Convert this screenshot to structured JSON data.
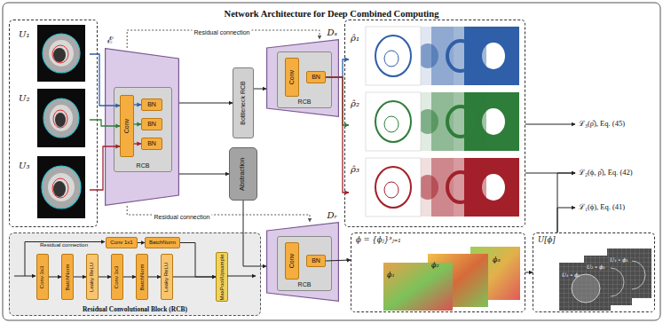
{
  "diagram": {
    "title": "Network Architecture for Deep Combined Computing",
    "nodes": [
      {
        "text": []
      },
      {
        "text": [
          "U₁"
        ],
        "in": 0
      },
      {
        "text": [
          "U₂"
        ],
        "in": 0
      },
      {
        "text": [
          "U₃"
        ],
        "in": 0
      },
      {
        "text": [
          "ℰ"
        ]
      },
      {
        "text": [
          "RCB"
        ],
        "in": 4
      },
      {
        "text": [
          "Conv"
        ],
        "in": 5
      },
      {
        "text": [
          "BN"
        ],
        "in": 5
      },
      {
        "text": [
          "BN"
        ],
        "in": 5
      },
      {
        "text": [
          "BN"
        ],
        "in": 5
      },
      {
        "text": [
          "Bottleneck RCB"
        ]
      },
      {
        "text": [
          "Abstraction"
        ]
      },
      {
        "text": [
          "Dₛ"
        ]
      },
      {
        "text": [
          "RCB"
        ],
        "in": 12
      },
      {
        "text": [
          "Conv"
        ],
        "in": 13
      },
      {
        "text": [
          "BN"
        ],
        "in": 13
      },
      {
        "text": [
          "Dᵣ"
        ]
      },
      {
        "text": [
          "RCB"
        ],
        "in": 16
      },
      {
        "text": [
          "Conv"
        ],
        "in": 17
      },
      {
        "text": [
          "BN"
        ],
        "in": 17
      },
      {
        "text": []
      },
      {
        "text": [
          "ρ̂₁"
        ],
        "in": 20
      },
      {
        "text": [
          "ρ̂₂"
        ],
        "in": 20
      },
      {
        "text": [
          "ρ̂₃"
        ],
        "in": 20
      },
      {
        "text": [
          "ℒ₃(ρ̂), Eq. (45)"
        ]
      },
      {
        "text": [
          "ℒ₂(ϕ, ρ̂), Eq. (42)"
        ]
      },
      {
        "text": [
          "ℒ₁(ϕ), Eq. (41)"
        ]
      },
      {
        "text": [
          "ϕ = {ϕⱼ}³ⱼ₌₁"
        ]
      },
      {
        "text": [
          "U[ϕ]"
        ]
      },
      {
        "text": [
          "Residual Convolutional Block (RCB)"
        ]
      },
      {
        "text": [
          "Conv 1x1"
        ],
        "in": 29
      },
      {
        "text": [
          "BatchNorm"
        ],
        "in": 29
      },
      {
        "text": [
          "Conv 3x3"
        ],
        "in": 29
      },
      {
        "text": [
          "BatchNorm"
        ],
        "in": 29
      },
      {
        "text": [
          "Leaky ReLU"
        ],
        "in": 29
      },
      {
        "text": [
          "Conv 3x3"
        ],
        "in": 29
      },
      {
        "text": [
          "BatchNorm"
        ],
        "in": 29
      },
      {
        "text": [
          "Leaky ReLU"
        ],
        "in": 29
      },
      {
        "text": [
          "MaxPool/Upsample"
        ],
        "in": 29
      }
    ],
    "edges": [
      {
        "from": 1,
        "to": 6,
        "arrow": "to"
      },
      {
        "from": 2,
        "to": 6,
        "arrow": "to"
      },
      {
        "from": 3,
        "to": 6,
        "arrow": "to"
      },
      {
        "from": 6,
        "to": 7,
        "arrow": "to"
      },
      {
        "from": 6,
        "to": 8,
        "arrow": "to"
      },
      {
        "from": 6,
        "to": 9,
        "arrow": "to"
      },
      {
        "from": 4,
        "to": 10,
        "arrow": "to"
      },
      {
        "from": 10,
        "to": 12,
        "arrow": "to"
      },
      {
        "from": 4,
        "to": 12,
        "arrow": "to",
        "label": "Residual connection"
      },
      {
        "from": 4,
        "to": 11,
        "arrow": "to"
      },
      {
        "from": 11,
        "to": 16,
        "arrow": "to"
      },
      {
        "from": 4,
        "to": 16,
        "arrow": "to",
        "label": "Residual connection"
      },
      {
        "from": 15,
        "to": 21,
        "arrow": "to"
      },
      {
        "from": 15,
        "to": 22,
        "arrow": "to"
      },
      {
        "from": 15,
        "to": 23,
        "arrow": "to"
      },
      {
        "from": 19,
        "to": 27,
        "arrow": "to"
      },
      {
        "from": 27,
        "to": 28,
        "arrow": "to"
      },
      {
        "from": 20,
        "to": 24,
        "arrow": "to"
      },
      {
        "from": 20,
        "to": 25,
        "arrow": "to"
      },
      {
        "from": 28,
        "to": 25,
        "arrow": "to"
      },
      {
        "from": 28,
        "to": 26,
        "arrow": "to"
      },
      {
        "from": 30,
        "to": 31,
        "arrow": "to"
      },
      {
        "from": 31,
        "to": 38,
        "arrow": "to"
      },
      {
        "from": 32,
        "to": 33,
        "arrow": "to"
      },
      {
        "from": 33,
        "to": 34,
        "arrow": "to"
      },
      {
        "from": 34,
        "to": 35,
        "arrow": "to"
      },
      {
        "from": 35,
        "to": 36,
        "arrow": "to"
      },
      {
        "from": 36,
        "to": 37,
        "arrow": "to"
      },
      {
        "from": 37,
        "to": 38,
        "arrow": "to"
      }
    ],
    "labels": [
      "ϕ₁",
      "ϕ₂",
      "ϕ₃",
      "U₃ ∘ ϕ₃",
      "U₂ ∘ ϕ₂",
      "U₁ ∘ ϕ₁",
      "Residual connection"
    ]
  }
}
